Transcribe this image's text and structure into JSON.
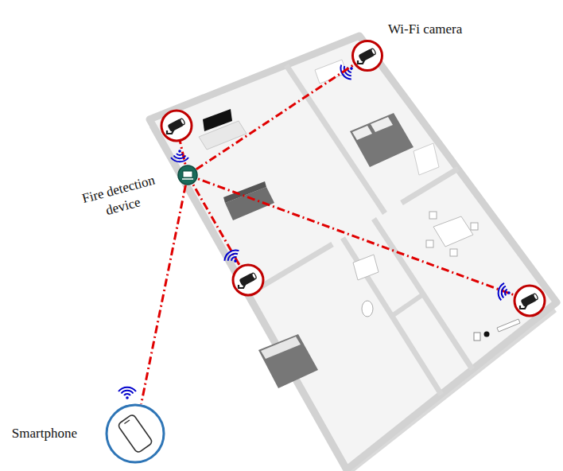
{
  "diagram": {
    "nodes": [
      {
        "text": [
          "Wi-Fi camera"
        ]
      },
      {
        "text": [
          "Fire detection device"
        ]
      },
      {
        "text": [
          "Smartphone"
        ]
      }
    ],
    "edges": [
      {
        "from": 1,
        "to": 0,
        "arrow": "none"
      },
      {
        "from": 1,
        "to": 2,
        "arrow": "none"
      }
    ]
  }
}
